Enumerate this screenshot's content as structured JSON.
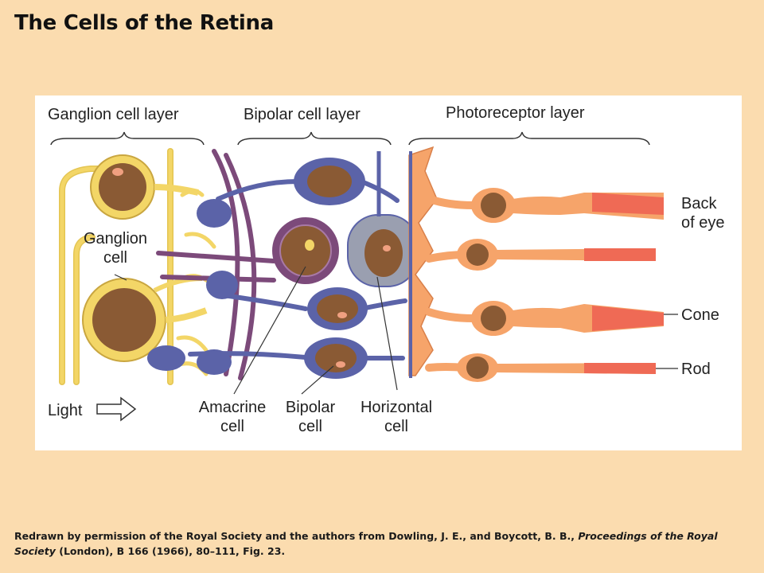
{
  "slide": {
    "title": "The Cells of the Retina"
  },
  "figure": {
    "layers": {
      "ganglion": "Ganglion cell layer",
      "bipolar": "Bipolar cell layer",
      "photoreceptor": "Photoreceptor layer"
    },
    "labels": {
      "ganglion_cell": "Ganglion\ncell",
      "light": "Light",
      "amacrine_cell": "Amacrine\ncell",
      "bipolar_cell": "Bipolar\ncell",
      "horizontal_cell": "Horizontal\ncell",
      "back_of_eye": "Back\nof eye",
      "cone": "Cone",
      "rod": "Rod"
    },
    "colors": {
      "ganglion": "#f3d667",
      "bipolar": "#5b63a8",
      "amacrine": "#7c4a7a",
      "horizontal": "#9a9fb0",
      "photoreceptor": "#f6a46a",
      "nucleus": "#8a5a34",
      "outer_segment": "#ef6a55"
    }
  },
  "caption": {
    "part1": "Redrawn by permission of the Royal Society and the authors from Dowling, J. E., and Boycott, B. B., ",
    "journal1": "Proceedings of the Royal Society",
    "part2": " (London), B 166 (1966), 80–111, Fig. 23."
  }
}
